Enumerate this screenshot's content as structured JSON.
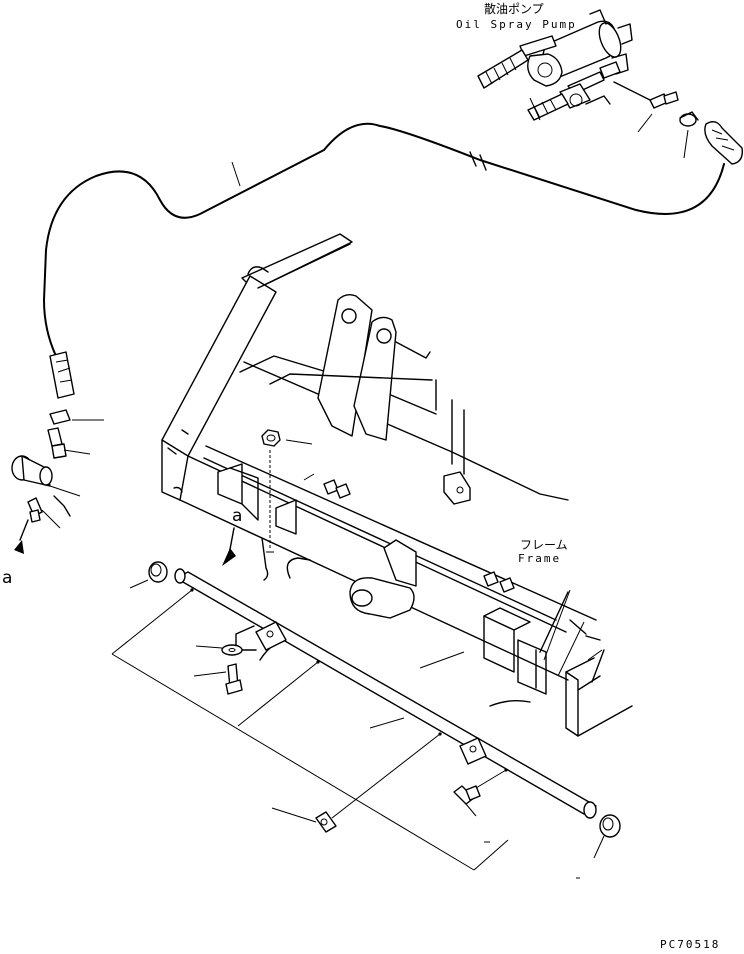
{
  "labels": {
    "pump_jp": "散油ポンプ",
    "pump_en": "Oil Spray Pump",
    "frame_jp": "フレーム",
    "frame_en": "Frame",
    "view_a_left": "a",
    "view_a_arrow": "a",
    "drawing_code": "PC70518"
  },
  "icons": [
    "oil-spray-pump",
    "hose",
    "frame",
    "shaft",
    "grease-fitting",
    "bolt",
    "washer",
    "nut",
    "cap",
    "clamp",
    "elbow-fitting"
  ]
}
